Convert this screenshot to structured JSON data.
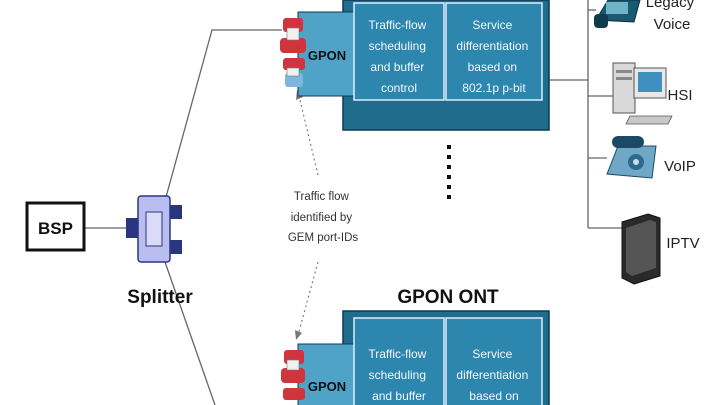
{
  "bsp": {
    "label": "BSP"
  },
  "splitter": {
    "label": "Splitter"
  },
  "annotation": {
    "lines": [
      "Traffic flow",
      "identified by",
      "GEM port-IDs"
    ]
  },
  "ont_top": {
    "gpon_label": "GPON",
    "box1_lines": [
      "Traffic-flow",
      "scheduling",
      "and buffer",
      "control"
    ],
    "box2_lines": [
      "Service",
      "differentiation",
      "based on",
      "802.1p p-bit"
    ]
  },
  "ont_bottom": {
    "title": "GPON ONT",
    "gpon_label": "GPON",
    "box1_lines": [
      "Traffic-flow",
      "scheduling",
      "and buffer"
    ],
    "box2_lines": [
      "Service",
      "differentiation",
      "based on"
    ]
  },
  "devices": {
    "legacy_voice_lines": [
      "Legacy",
      "Voice"
    ],
    "hsi": "HSI",
    "voip": "VoIP",
    "iptv": "IPTV"
  },
  "colors": {
    "ont_fill": "#1f6c8c",
    "ont_panel": "#2d86ad",
    "ont_border": "#0d3a55",
    "gpon_fill": "#4fa3c6",
    "port_red": "#d0343c",
    "port_blue": "#7fb6dd",
    "splitter_fill": "#b9bdf0",
    "splitter_port": "#2b3680"
  }
}
